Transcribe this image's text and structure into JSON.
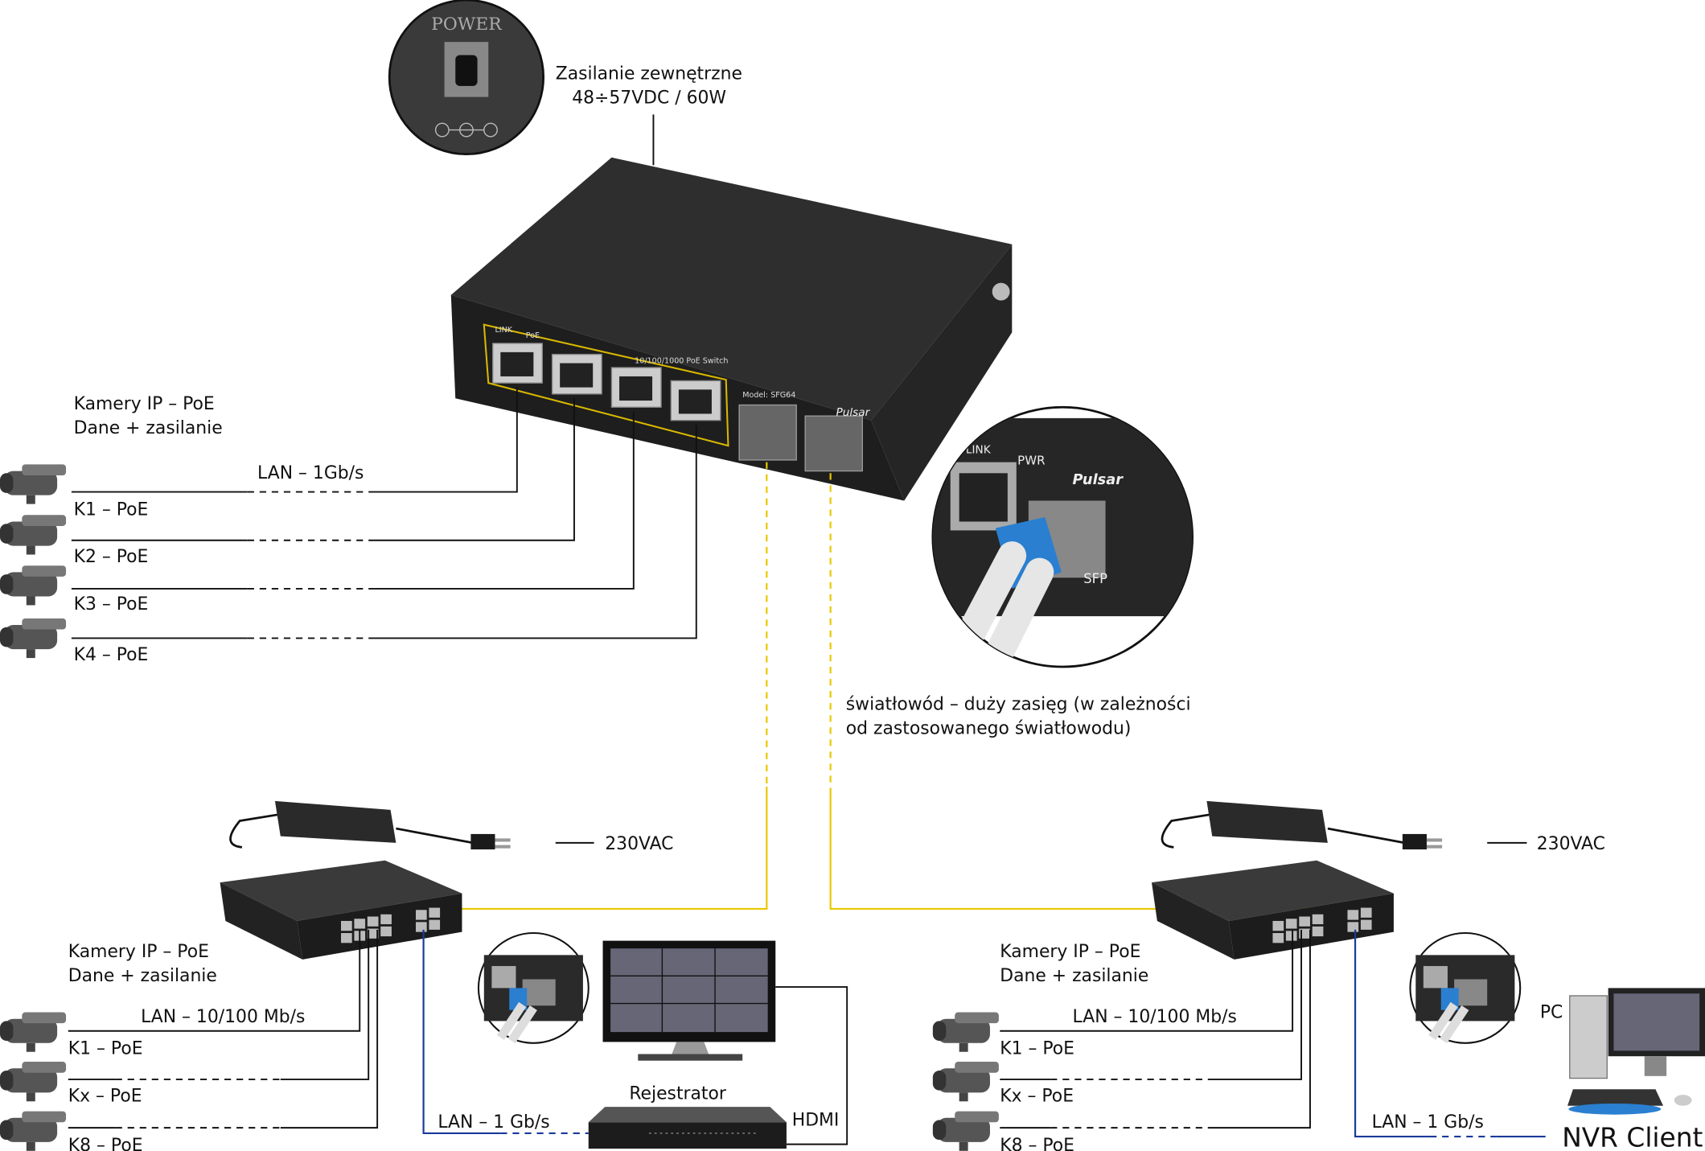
{
  "power_inset": {
    "label": "POWER",
    "text_line1": "Zasilanie zewnętrzne",
    "text_line2": "48÷57VDC / 60W"
  },
  "main_switch": {
    "model": "Model: SFG64",
    "brand": "Pulsar",
    "caption": "10/100/1000  PoE Switch",
    "leds": [
      "LINK",
      "PoE"
    ],
    "sfp_inset_labels": [
      "LINK",
      "PWR",
      "Pulsar",
      "SFP"
    ]
  },
  "top_cameras": {
    "title_line1": "Kamery IP – PoE",
    "title_line2": "Dane + zasilanie",
    "lan": "LAN – 1Gb/s",
    "items": [
      "K1 – PoE",
      "K2 – PoE",
      "K3 – PoE",
      "K4 – PoE"
    ]
  },
  "fiber": {
    "line1": "światłowód – duży zasięg (w zależności",
    "line2": "od zastosowanego  światłowodu)"
  },
  "left_site": {
    "ac": "230VAC",
    "title_line1": "Kamery IP – PoE",
    "title_line2": "Dane + zasilanie",
    "lan_cameras": "LAN – 10/100 Mb/s",
    "items": [
      "K1 – PoE",
      "Kx – PoE",
      "K8 – PoE"
    ],
    "lan_uplink": "LAN – 1 Gb/s",
    "recorder": "Rejestrator",
    "hdmi": "HDMI"
  },
  "right_site": {
    "ac": "230VAC",
    "title_line1": "Kamery IP – PoE",
    "title_line2": "Dane + zasilanie",
    "lan_cameras": "LAN – 10/100 Mb/s",
    "items": [
      "K1 – PoE",
      "Kx – PoE",
      "K8 – PoE"
    ],
    "lan_uplink": "LAN – 1 Gb/s",
    "pc": "PC",
    "client": "NVR Client"
  },
  "colors": {
    "fiber": "#e8c800",
    "lan_uplink": "#1a3a9a",
    "device": "#2a2a2a"
  }
}
